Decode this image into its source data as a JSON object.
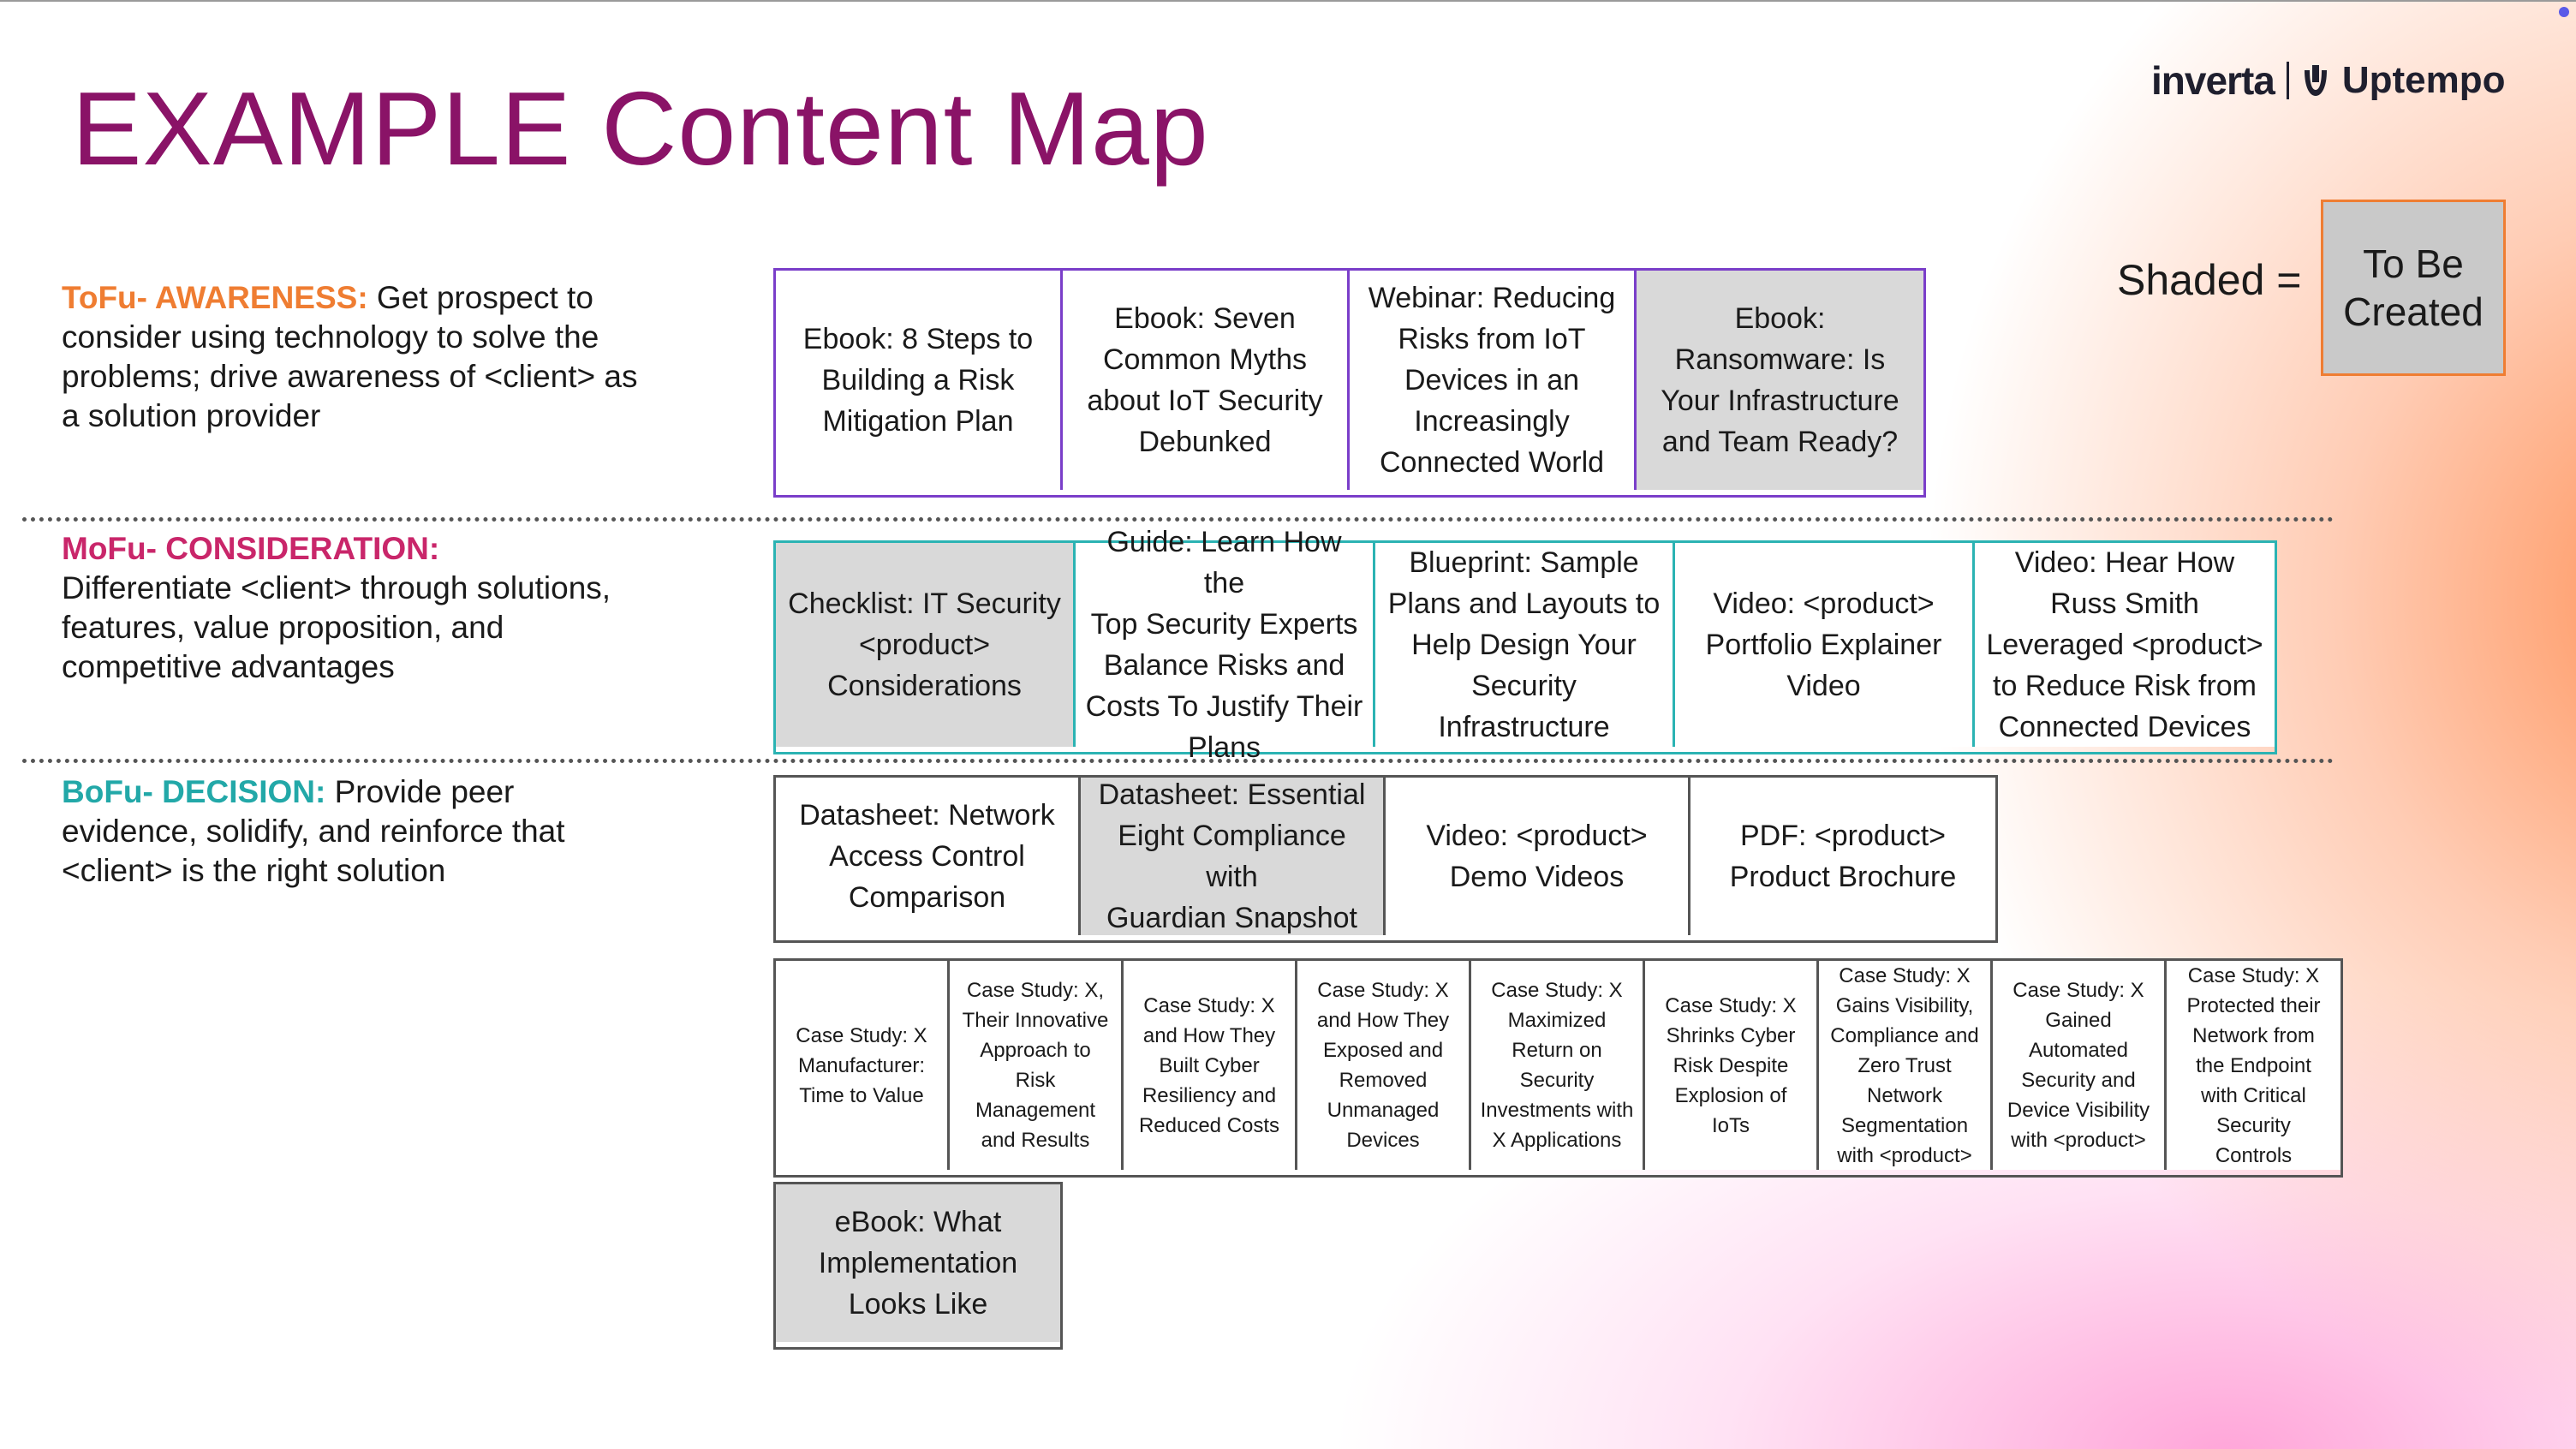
{
  "title": "EXAMPLE Content Map",
  "logo": {
    "brand1": "inverta",
    "brand2": "Uptempo"
  },
  "legend": {
    "label": "Shaded =",
    "box": "To Be\nCreated"
  },
  "stages": {
    "tofu": {
      "label": "ToFu- AWARENESS:",
      "text": " Get prospect to consider using technology to solve the problems; drive awareness of <client> as a solution provider",
      "color": "#ef7d32"
    },
    "mofu": {
      "label": "MoFu- CONSIDERATION:",
      "text": "Differentiate <client> through solutions, features, value proposition, and competitive advantages",
      "color": "#c9266a"
    },
    "bofu": {
      "label": "BoFu- DECISION:",
      "text": " Provide peer evidence, solidify, and reinforce that <client>  is the right solution",
      "color": "#22a8a8"
    }
  },
  "tofu_items": [
    {
      "text": "Ebook: 8 Steps to\nBuilding a Risk\nMitigation Plan",
      "shaded": false
    },
    {
      "text": "Ebook: Seven\nCommon Myths\nabout IoT Security\nDebunked",
      "shaded": false
    },
    {
      "text": "Webinar: Reducing\nRisks from IoT\nDevices in an\nIncreasingly\nConnected World",
      "shaded": false
    },
    {
      "text": "Ebook:\nRansomware: Is\nYour Infrastructure\nand Team Ready?",
      "shaded": true
    }
  ],
  "mofu_items": [
    {
      "text": "Checklist: IT Security\n<product>\nConsiderations",
      "shaded": true
    },
    {
      "text": "Guide: Learn How the\nTop Security Experts\nBalance Risks and\nCosts To Justify Their\nPlans",
      "shaded": false
    },
    {
      "text": "Blueprint: Sample\nPlans and Layouts to\nHelp Design Your\nSecurity\nInfrastructure",
      "shaded": false
    },
    {
      "text": "Video: <product>\nPortfolio Explainer\nVideo",
      "shaded": false
    },
    {
      "text": "Video: Hear How\nRuss Smith\nLeveraged <product>\nto Reduce Risk from\nConnected Devices",
      "shaded": false
    }
  ],
  "bofu_items_1": [
    {
      "text": "Datasheet: Network\nAccess Control\nComparison",
      "shaded": false
    },
    {
      "text": "Datasheet: Essential\nEight Compliance with\nGuardian Snapshot",
      "shaded": true
    },
    {
      "text": "Video: <product>\nDemo Videos",
      "shaded": false
    },
    {
      "text": "PDF: <product>\nProduct Brochure",
      "shaded": false
    }
  ],
  "bofu_items_2": [
    {
      "text": "Case Study: X\nManufacturer:\nTime to Value",
      "shaded": false
    },
    {
      "text": "Case Study: X,\nTheir Innovative\nApproach to\nRisk\nManagement\nand Results",
      "shaded": false
    },
    {
      "text": "Case Study: X\nand How They\nBuilt Cyber\nResiliency and\nReduced Costs",
      "shaded": false
    },
    {
      "text": "Case Study: X\nand How They\nExposed and\nRemoved\nUnmanaged\nDevices",
      "shaded": false
    },
    {
      "text": "Case Study: X\nMaximized\nReturn on\nSecurity\nInvestments with\nX Applications",
      "shaded": false
    },
    {
      "text": "Case Study: X\nShrinks Cyber\nRisk Despite\nExplosion of\nIoTs",
      "shaded": false
    },
    {
      "text": "Case Study: X\nGains Visibility,\nCompliance and\nZero Trust\nNetwork\nSegmentation\nwith <product>",
      "shaded": false
    },
    {
      "text": "Case Study: X\nGained\nAutomated\nSecurity and\nDevice Visibility\nwith <product>",
      "shaded": false
    },
    {
      "text": "Case Study: X\nProtected their\nNetwork from\nthe Endpoint\nwith  Critical\nSecurity\nControls",
      "shaded": false
    }
  ],
  "bofu_items_3": [
    {
      "text": "eBook: What\nImplementation\nLooks Like",
      "shaded": true
    }
  ]
}
